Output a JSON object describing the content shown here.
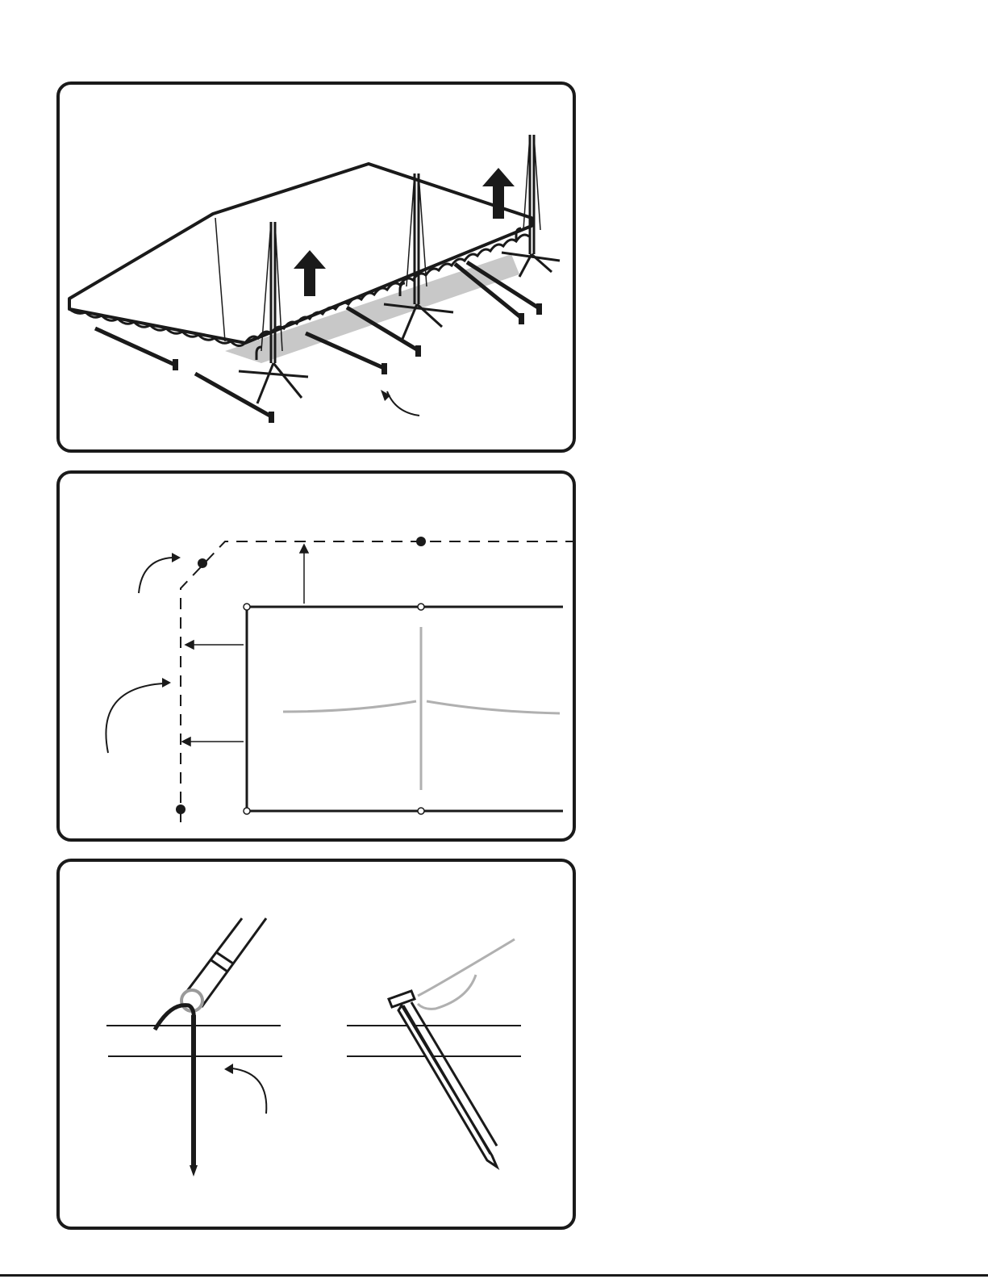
{
  "figure": {
    "panels": [
      {
        "id": "panel-1",
        "subject": "tent-raise-with-stakes"
      },
      {
        "id": "panel-2",
        "subject": "stake-layout-plan"
      },
      {
        "id": "panel-3",
        "subject": "staking-detail"
      }
    ]
  },
  "colors": {
    "line": "#1a1a1a",
    "shade": "#c8c8c8",
    "guide": "#b0b0b0",
    "background": "#ffffff"
  },
  "icons": [
    "up-arrow-icon",
    "curved-pointer-arrow-icon",
    "stake-icon",
    "tent-pole-icon"
  ]
}
